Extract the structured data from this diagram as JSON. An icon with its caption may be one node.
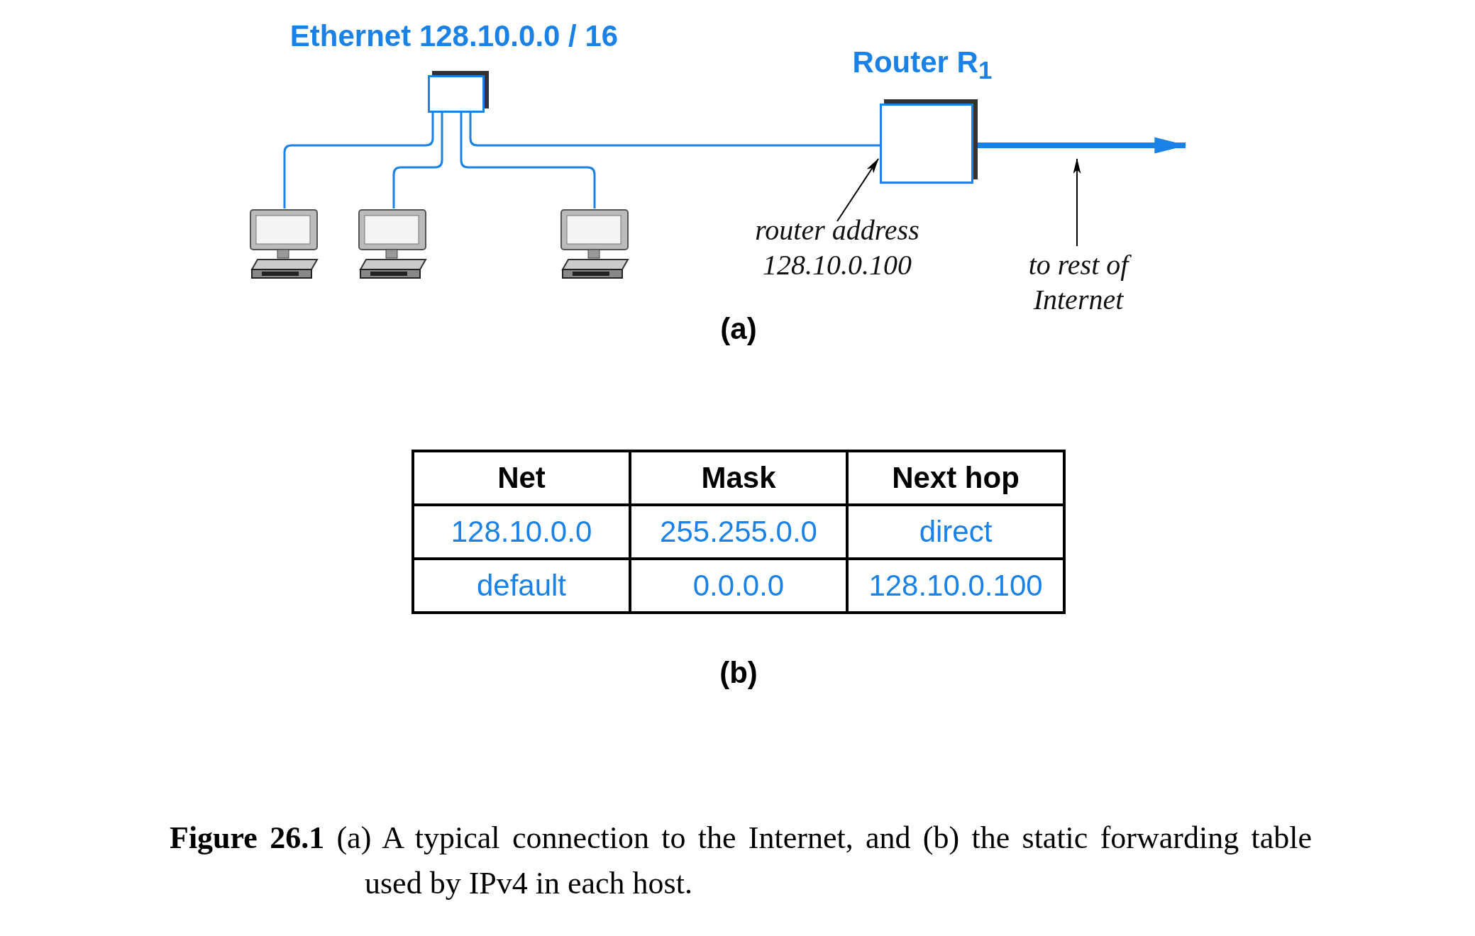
{
  "diagram": {
    "caption": "**Figure 26.1** (a) A typical connection to the Internet, and (b) the static forwarding table used by IPv4 in each host.",
    "nodes": [
      {
        "text": [
          "Ethernet 128.10.0.0 / 16"
        ]
      },
      {
        "text": [
          "Router R$_{1}$"
        ]
      },
      {
        "text": [],
        "shape": "picture"
      },
      {
        "text": [],
        "shape": "picture"
      },
      {
        "text": [],
        "shape": "picture"
      },
      {
        "text": [
          "router address 128.10.0.100"
        ]
      },
      {
        "text": [
          "to rest of Internet"
        ]
      }
    ],
    "edges": [
      {
        "from": 0,
        "to": 2,
        "arrow": "none"
      },
      {
        "from": 0,
        "to": 3,
        "arrow": "none"
      },
      {
        "from": 0,
        "to": 4,
        "arrow": "none"
      },
      {
        "from": 0,
        "to": 1,
        "arrow": "none"
      },
      {
        "from": 1,
        "to": null,
        "arrow": "to",
        "style": "thick"
      },
      {
        "from": 5,
        "to": 1,
        "arrow": "to",
        "color": "#000000"
      },
      {
        "from": 6,
        "to": null,
        "arrow": "to",
        "color": "#000000"
      }
    ],
    "labels": [
      "(a)",
      "Net",
      "Mask",
      "Next hop",
      "128.10.0.0",
      "255.255.0.0",
      "direct",
      "default",
      "0.0.0.0",
      "128.10.0.100",
      "(b)"
    ]
  }
}
